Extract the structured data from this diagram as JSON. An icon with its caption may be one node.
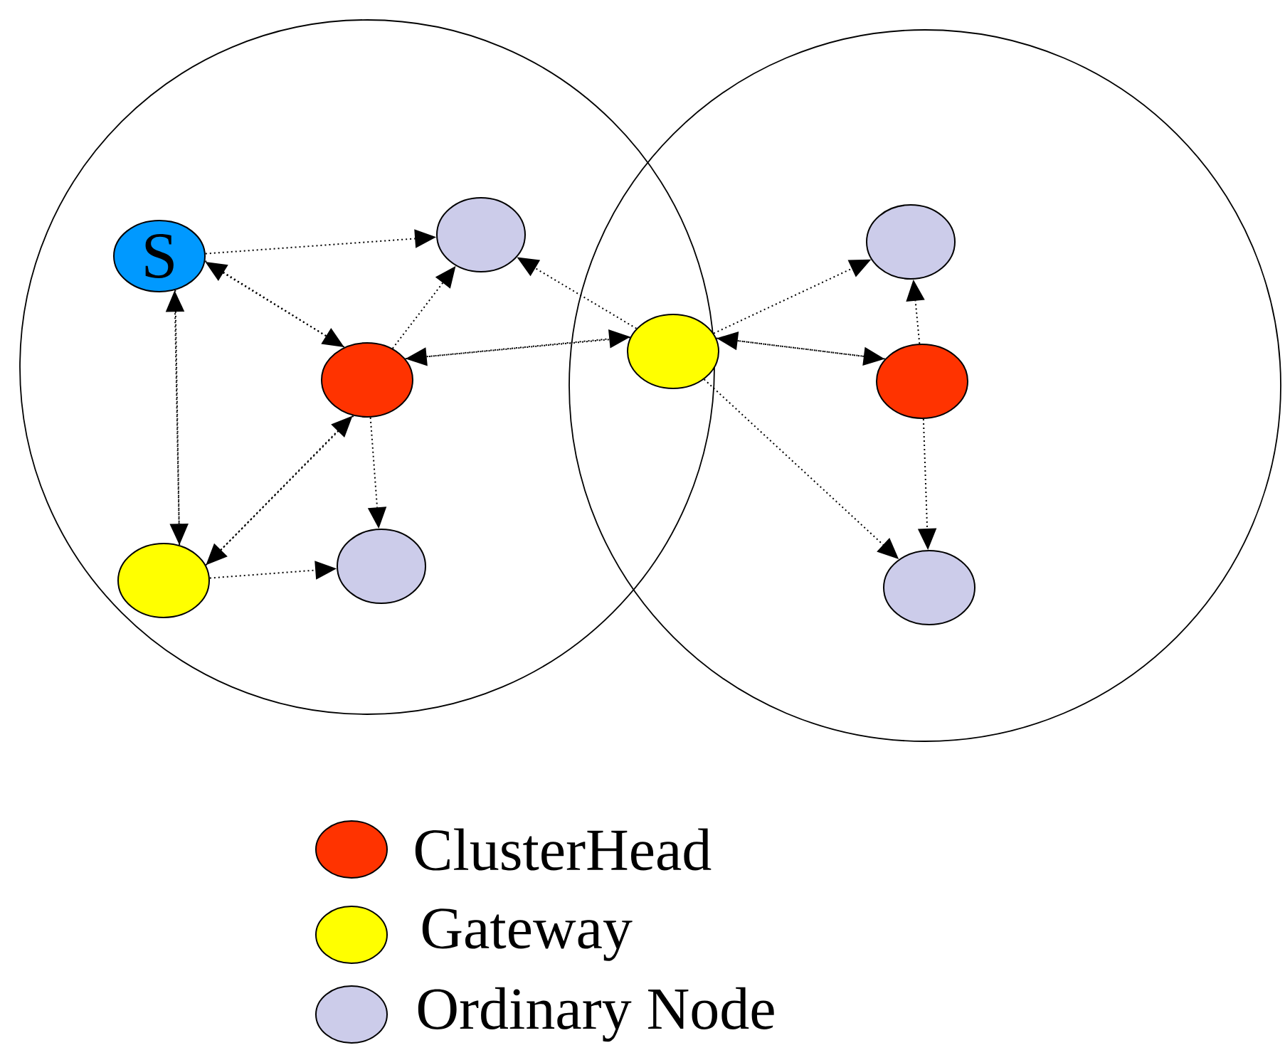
{
  "diagram": {
    "nodes": [
      {
        "text": [],
        "shape": "circle"
      },
      {
        "text": [],
        "shape": "circle"
      },
      {
        "text": [
          "S"
        ],
        "in": 0
      },
      {
        "text": [],
        "shape": "circle",
        "in": 0
      },
      {
        "text": [],
        "shape": "circle",
        "in": 0
      },
      {
        "text": [],
        "shape": "circle",
        "in": 0
      },
      {
        "text": [],
        "shape": "circle",
        "in": 0
      },
      {
        "text": [],
        "shape": "circle"
      },
      {
        "text": [],
        "shape": "circle",
        "in": 1
      },
      {
        "text": [],
        "shape": "circle",
        "in": 1
      },
      {
        "text": [],
        "shape": "circle",
        "in": 1
      }
    ],
    "edges": [
      {
        "from": 2,
        "to": 3,
        "arrow": "to"
      },
      {
        "from": 2,
        "to": 4,
        "arrow": "to"
      },
      {
        "from": 4,
        "to": 2,
        "arrow": "to"
      },
      {
        "from": 2,
        "to": 5,
        "arrow": "to"
      },
      {
        "from": 5,
        "to": 2,
        "arrow": "to"
      },
      {
        "from": 5,
        "to": 4,
        "arrow": "to"
      },
      {
        "from": 4,
        "to": 5,
        "arrow": "to"
      },
      {
        "from": 5,
        "to": 6,
        "arrow": "to"
      },
      {
        "from": 4,
        "to": 6,
        "arrow": "to"
      },
      {
        "from": 4,
        "to": 3,
        "arrow": "to"
      },
      {
        "from": 4,
        "to": 7,
        "arrow": "to"
      },
      {
        "from": 7,
        "to": 4,
        "arrow": "to"
      },
      {
        "from": 7,
        "to": 3,
        "arrow": "to"
      },
      {
        "from": 7,
        "to": 8,
        "arrow": "to"
      },
      {
        "from": 7,
        "to": 9,
        "arrow": "to"
      },
      {
        "from": 9,
        "to": 7,
        "arrow": "to"
      },
      {
        "from": 7,
        "to": 10,
        "arrow": "to"
      },
      {
        "from": 9,
        "to": 8,
        "arrow": "to"
      },
      {
        "from": 9,
        "to": 10,
        "arrow": "to"
      }
    ],
    "legend": [
      {
        "text": "ClusterHead",
        "color": "#ff3300"
      },
      {
        "text": "Gateway",
        "color": "#ffff00"
      },
      {
        "text": "Ordinary Node",
        "color": "#ccccea"
      }
    ]
  }
}
